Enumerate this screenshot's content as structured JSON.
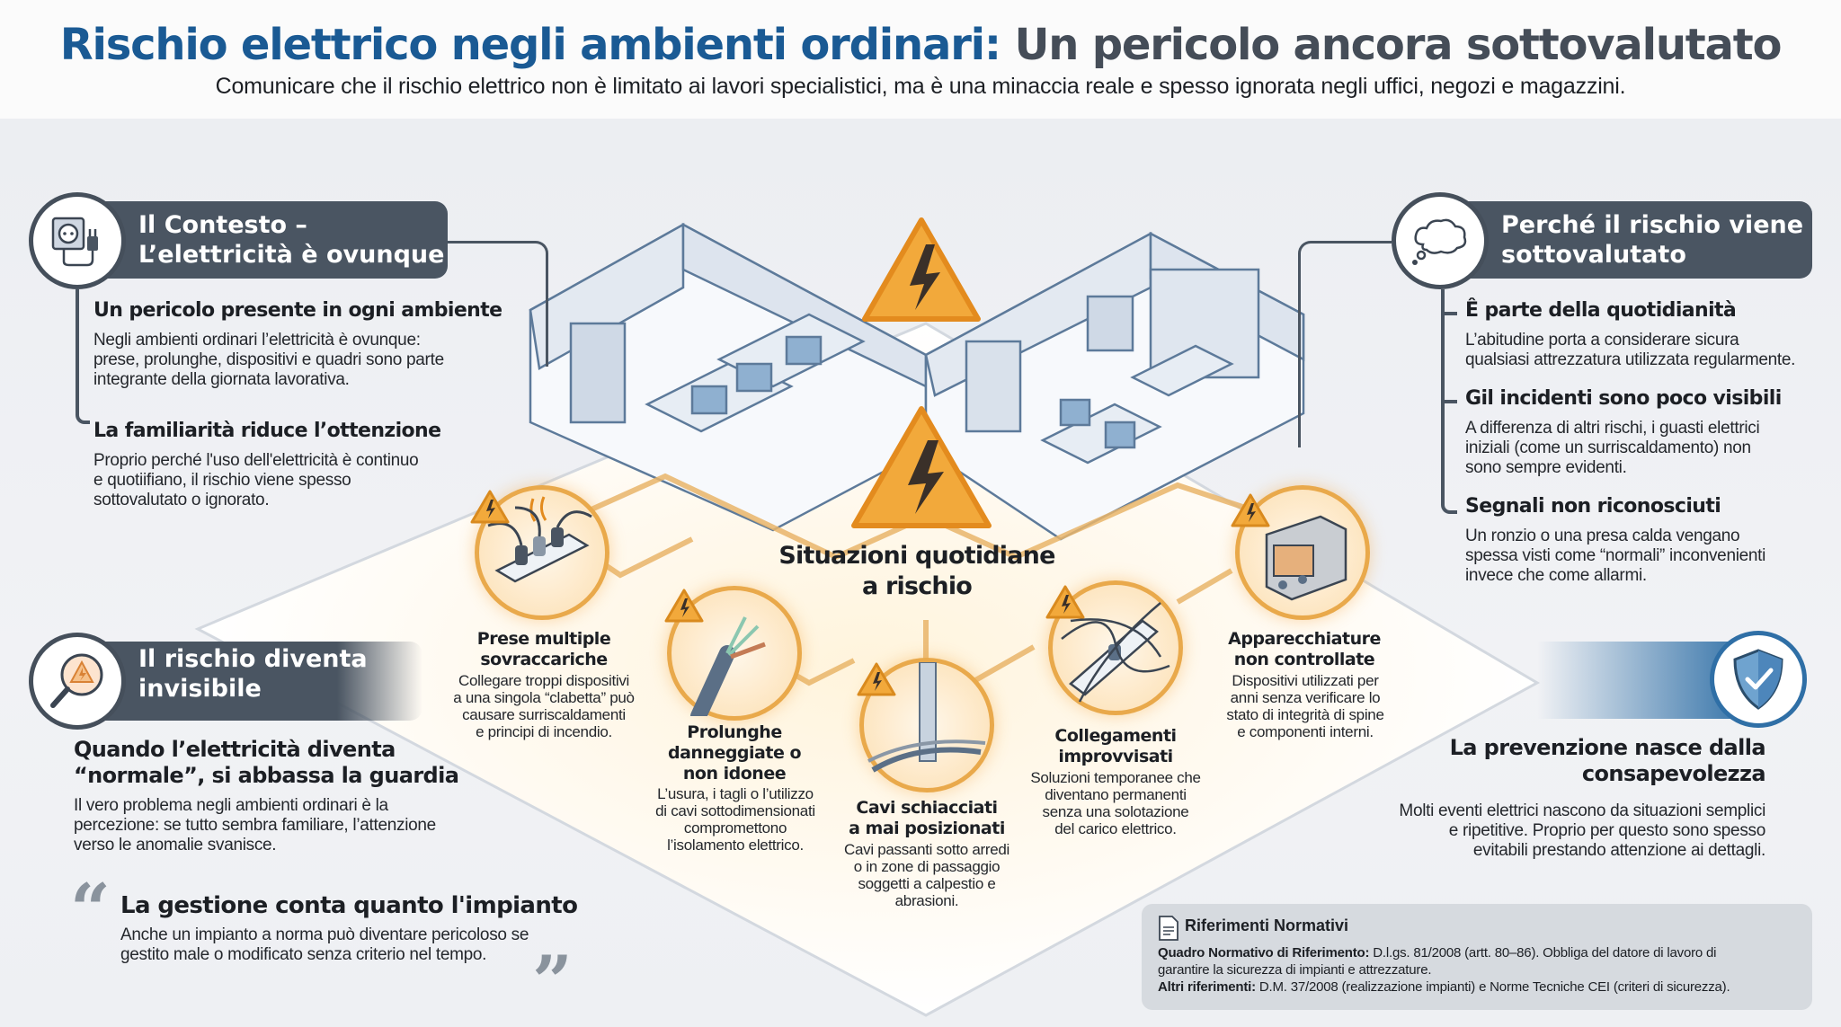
{
  "header": {
    "title_part1": "Rischio elettrico negli ambienti ordinari:",
    "title_part2": "Un pericolo ancora sottovalutato",
    "subtitle": "Comunicare che il rischio elettrico non è limitato ai lavori specialistici, ma è una minaccia reale e spesso ignorata negli uffici, negozi e magazzini.",
    "colors": {
      "title_primary": "#1a5a94",
      "title_secondary": "#454d58"
    }
  },
  "context": {
    "icon": "plug-socket-icon",
    "title_line1": "Il Contesto –",
    "title_line2": "L’elettricità è ovunque",
    "items": [
      {
        "title": "Un pericolo presente in ogni ambiente",
        "body": [
          "Negli ambienti ordinari l’elettricità è ovunque:",
          "prese, prolunghe, dispositivi e quadri sono parte",
          "integrante della giornata lavorativa."
        ]
      },
      {
        "title": "La familiarità riduce l’ottenzione",
        "body": [
          "Proprio perché l'uso dell'elettricità è continuo",
          "e quotiifiano, il rischio viene spesso",
          "sottovalutato o ignorato."
        ]
      }
    ]
  },
  "why": {
    "icon": "thought-cloud-icon",
    "title_line1": "Perché il rischio viene",
    "title_line2": "sottovalutato",
    "items": [
      {
        "title": "Ê parte della quotidianità",
        "body": [
          "L’abitudine porta a considerare sicura",
          "qualsiasi attrezzatura utilizzata regularmente."
        ]
      },
      {
        "title": "Gil incidenti sono poco visibili",
        "body": [
          "A differenza di altri rischi, i guasti elettrici",
          "iniziali (come un surriscaldamento) non",
          "sono sempre evidenti."
        ]
      },
      {
        "title": "Segnali non riconosciuti",
        "body": [
          "Un ronzio o una presa calda vengano",
          "spessa visti come “normali” inconvenienti",
          "invece che come allarmi."
        ]
      }
    ]
  },
  "invisible": {
    "icon": "magnifier-warning-icon",
    "title_line1": "Il rischio diventa",
    "title_line2": "invisibile",
    "subtitle_line1": "Quando l’elettricità diventa",
    "subtitle_line2": "“normale”, si abbassa la guardia",
    "body": [
      "Il vero problema negli ambienti ordinari è la",
      "percezione: se tutto sembra familiare, l’attenzione",
      "verso le anomalie svanisce."
    ]
  },
  "quote": {
    "open_mark": "“",
    "close_mark": "”",
    "title": "La gestione conta quanto l'impianto",
    "body": [
      "Anche un impianto a norma può diventare pericoloso se",
      "gestito male o modificato senza criterio nel tempo."
    ]
  },
  "center": {
    "title_line1": "Situazioni quotidiane",
    "title_line2": "a rischio",
    "risks": [
      {
        "icon": "overloaded-power-strip-icon",
        "title": [
          "Prese multiple",
          "sovraccariche"
        ],
        "body": [
          "Collegare troppi dispositivi",
          "a una singola “clabetta” può",
          "causare surriscaldamenti",
          "e principi di incendio."
        ]
      },
      {
        "icon": "damaged-cable-icon",
        "title": [
          "Prolunghe",
          "danneggiate o",
          "non idonee"
        ],
        "body": [
          "L’usura, i tagli o l’utilizzo",
          "di cavi sottodimensionati",
          "compromettono",
          "l’isolamento elettrico."
        ]
      },
      {
        "icon": "crushed-cable-icon",
        "title": [
          "Cavi schiacciati",
          "a mai posizionati"
        ],
        "body": [
          "Cavi passanti sotto arredi",
          "o in zone di passaggio",
          "soggetti a calpestio e",
          "abrasioni."
        ]
      },
      {
        "icon": "tangled-power-strip-icon",
        "title": [
          "Collegamenti",
          "improvvisati"
        ],
        "body": [
          "Soluzioni temporanee che",
          "diventano permanenti",
          "senza una solotazione",
          "del carico elettrico."
        ]
      },
      {
        "icon": "old-appliance-icon",
        "title": [
          "Apparecchiature",
          "non controllate"
        ],
        "body": [
          "Dispositivi utilizzati per",
          "anni senza verificare lo",
          "stato di integrità di spine",
          "e componenti interni."
        ]
      }
    ],
    "accent_color": "#e9a94b",
    "warning_color": "#f2a93b"
  },
  "prevention": {
    "icon": "shield-check-icon",
    "title_line1": "La prevenzione nasce dalla",
    "title_line2": "consapevolezza",
    "body": [
      "Molti eventi elettrici nascono da situazioni semplici",
      "e ripetitive. Proprio per questo sono spesso",
      "evitabili prestando attenzione ai dettagli."
    ],
    "accent_color": "#2f6fa6"
  },
  "references": {
    "icon": "document-icon",
    "title": "Riferimenti Normativi",
    "line1_label": "Quadro Normativo di Riferimento:",
    "line1_text": " D.l.gs. 81/2008 (artt. 80–86). Obbliga del datore di lavoro di",
    "line2_text": "garantire la sicurezza di impianti e attrezzature.",
    "line3_label": "Altri riferimenti:",
    "line3_text": " D.M. 37/2008 (realizzazione impianti) e Norme Tecniche CEI (criteri di sicurezza)."
  }
}
